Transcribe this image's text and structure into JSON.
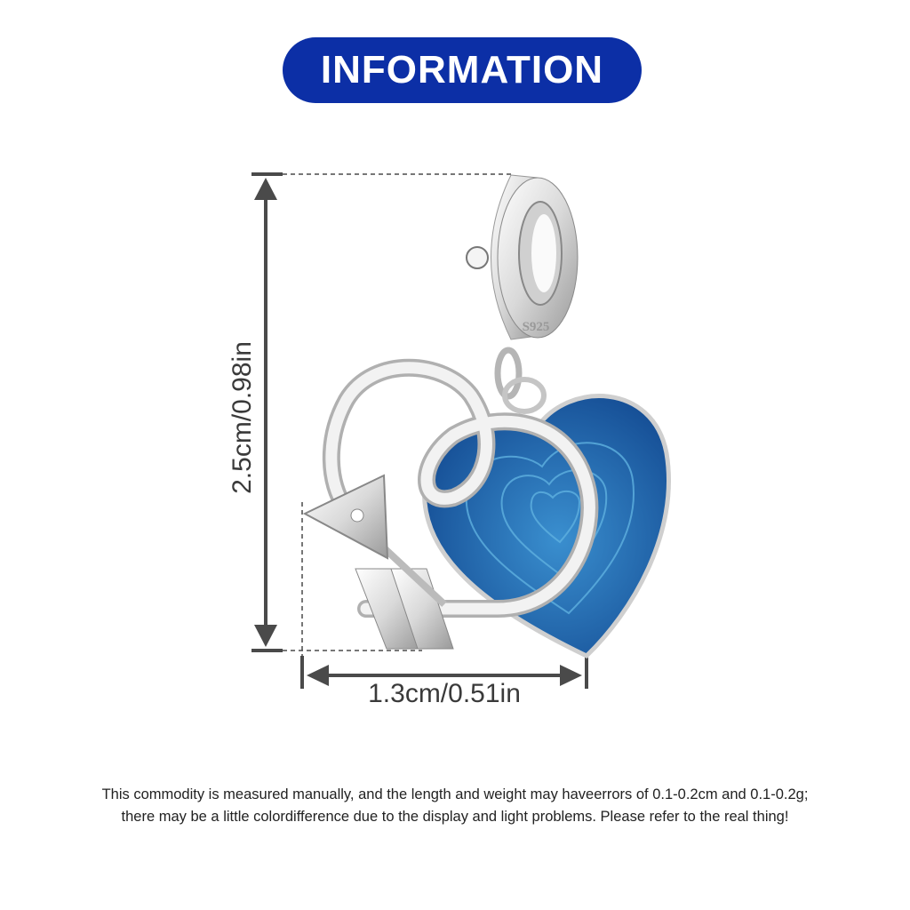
{
  "header": {
    "title": "INFORMATION"
  },
  "dimensions": {
    "height_label": "2.5cm/0.98in",
    "width_label": "1.3cm/0.51in"
  },
  "product": {
    "stamp": "S925"
  },
  "disclaimer": {
    "line1": "This commodity is measured manually, and the length and weight may haveerrors of 0.1-0.2cm and 0.1-0.2g;",
    "line2": "there may be a little colordifference due to the display and light problems. Please refer to the real thing!"
  },
  "colors": {
    "accent": "#0c2fa6",
    "enamel": "#1f63a8",
    "dimension": "#4a4a4a"
  }
}
